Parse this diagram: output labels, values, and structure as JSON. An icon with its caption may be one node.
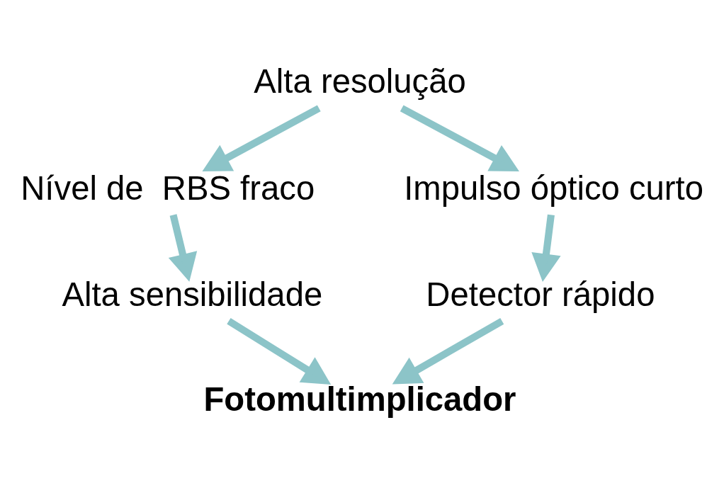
{
  "diagram": {
    "nodes": [
      {
        "text": [
          "Alta resolução"
        ]
      },
      {
        "text": [
          "Nível de  RBS fraco"
        ]
      },
      {
        "text": [
          "Impulso óptico curto"
        ]
      },
      {
        "text": [
          "Alta sensibilidade"
        ]
      },
      {
        "text": [
          "Detector rápido"
        ]
      },
      {
        "text": [
          "Fotomultimplicador"
        ]
      }
    ],
    "edges": [
      {
        "from": 0,
        "to": 1,
        "arrow": "to"
      },
      {
        "from": 0,
        "to": 2,
        "arrow": "to"
      },
      {
        "from": 1,
        "to": 3,
        "arrow": "to"
      },
      {
        "from": 2,
        "to": 4,
        "arrow": "to"
      },
      {
        "from": 3,
        "to": 5,
        "arrow": "to"
      },
      {
        "from": 4,
        "to": 5,
        "arrow": "to"
      }
    ]
  }
}
